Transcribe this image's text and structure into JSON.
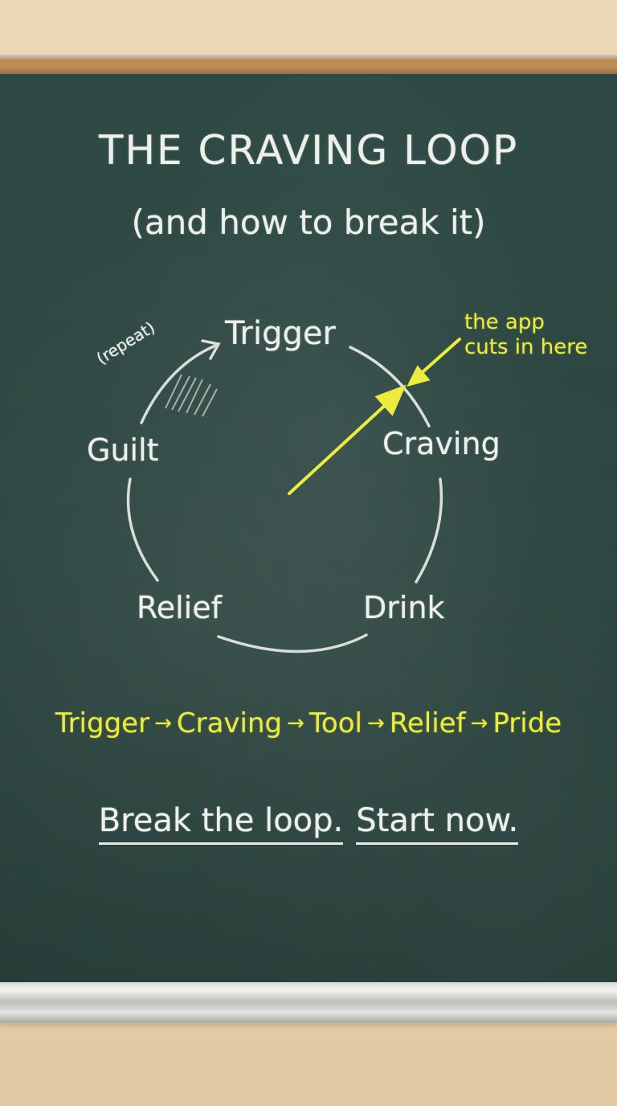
{
  "title": "THE CRAVING LOOP",
  "subtitle": "(and how to break it)",
  "loop": {
    "nodes": [
      "Trigger",
      "Craving",
      "Drink",
      "Relief",
      "Guilt"
    ],
    "repeat_label": "(repeat)"
  },
  "annotation": {
    "line1": "the app",
    "line2": "cuts in here"
  },
  "flow": {
    "steps": [
      "Trigger",
      "Craving",
      "Tool",
      "Relief",
      "Pride"
    ],
    "arrow": "→"
  },
  "cta": {
    "part1": "Break the loop.",
    "part2": "Start now."
  },
  "colors": {
    "chalk_white": "#eef0ea",
    "chalk_yellow": "#ecec3c",
    "board": "#2c4540"
  }
}
